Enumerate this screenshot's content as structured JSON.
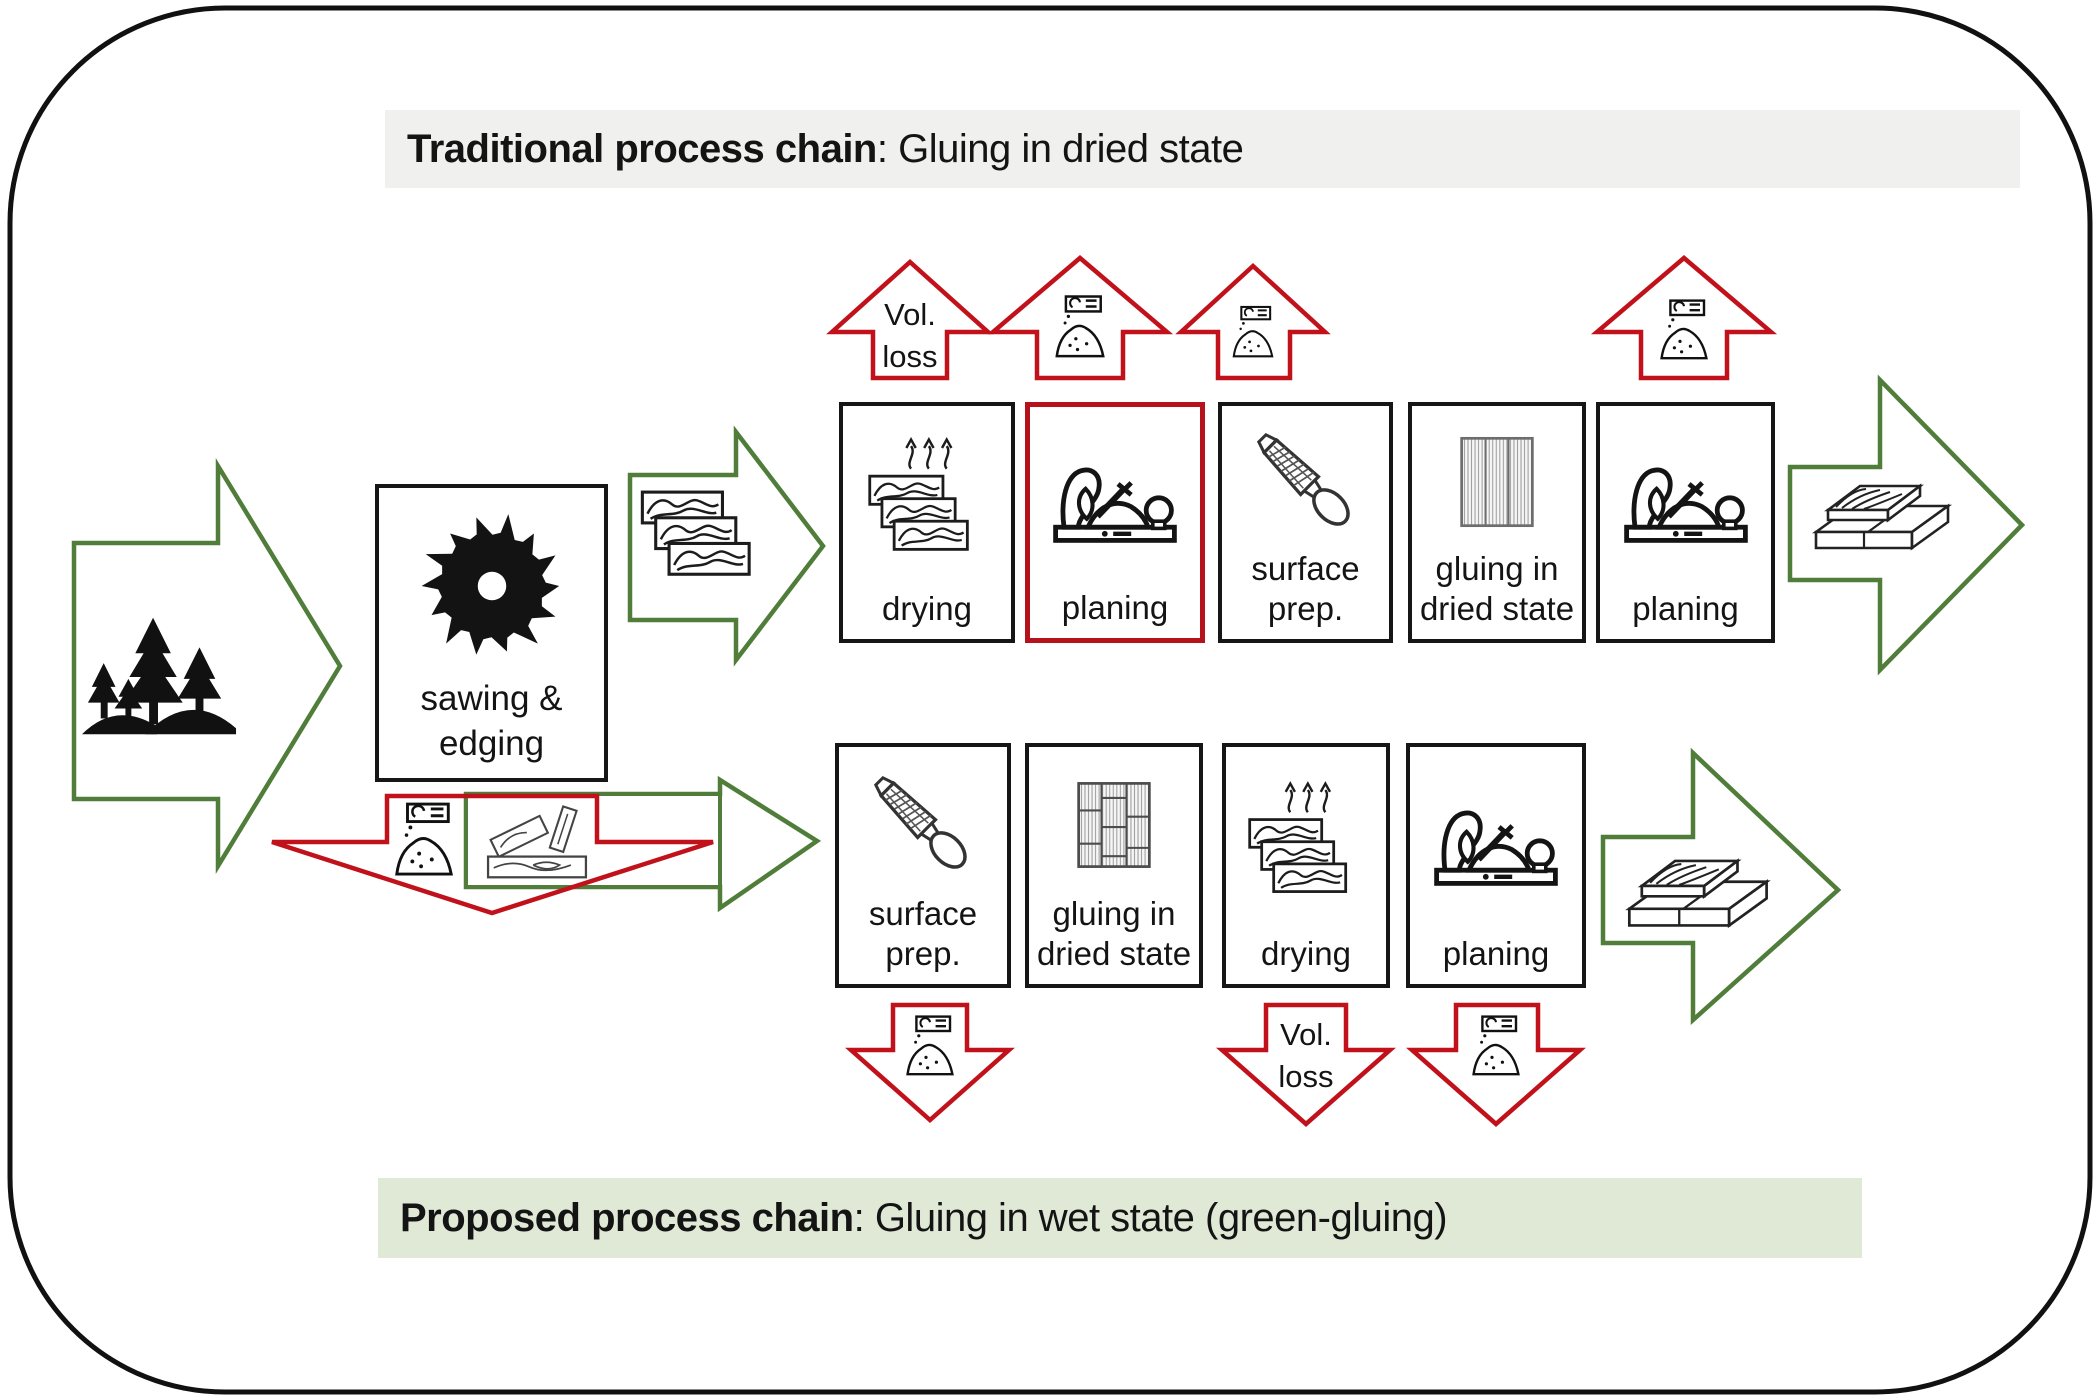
{
  "figure": {
    "title": "Process chain comparison: traditional gluing vs green-gluing",
    "type": "process-flow-diagram"
  },
  "headers": {
    "traditional": {
      "bold": "Traditional process chain",
      "rest": ": Gluing in dried state"
    },
    "proposed": {
      "bold": "Proposed process chain",
      "rest": ": Gluing in wet state (green-gluing)"
    }
  },
  "source_box": {
    "label": "sawing & edging",
    "lines": [
      "sawing &",
      "edging"
    ]
  },
  "top_row": [
    {
      "label": "drying",
      "lines": [
        "drying"
      ],
      "highlighted": false
    },
    {
      "label": "planing",
      "lines": [
        "planing"
      ],
      "highlighted": true
    },
    {
      "label": "surface prep.",
      "lines": [
        "surface",
        "prep."
      ],
      "highlighted": false
    },
    {
      "label": "gluing in dried state",
      "lines": [
        "gluing in",
        "dried state"
      ],
      "highlighted": false
    },
    {
      "label": "planing",
      "lines": [
        "planing"
      ],
      "highlighted": false
    }
  ],
  "bottom_row": [
    {
      "label": "surface prep.",
      "lines": [
        "surface",
        "prep."
      ]
    },
    {
      "label": "gluing in dried state",
      "lines": [
        "gluing in",
        "dried state"
      ]
    },
    {
      "label": "drying",
      "lines": [
        "drying"
      ]
    },
    {
      "label": "planing",
      "lines": [
        "planing"
      ]
    }
  ],
  "loss_label": [
    "Vol.",
    "loss"
  ],
  "loss_arrows": {
    "top_row_up": [
      "vol-loss-text",
      "sawdust-icon",
      "sawdust-icon",
      "sawdust-icon"
    ],
    "bottom_row_down": [
      "sawdust-icon",
      "vol-loss-text",
      "sawdust-icon"
    ],
    "sawing_byproduct_down": "sawdust-icon"
  },
  "icons": {
    "forest": "pine-forest-icon",
    "sawing": "circular-saw-blade-icon",
    "boards": "sawn-boards-icon",
    "drying": "drying-boards-steam-icon",
    "planing": "hand-plane-icon",
    "surface_prep": "wood-rasp-icon",
    "gluing": "glued-panel-icon",
    "glulam": "glulam-beam-icon",
    "sawdust": "sawdust-shavings-icon",
    "offcuts": "wood-offcuts-icon"
  },
  "colors": {
    "flow_green": "#507d3a",
    "loss_red": "#c1121c",
    "highlight_box_red": "#b5121b",
    "box_border_black": "#161616",
    "header_gray_bg": "#f0f0ef",
    "header_green_bg": "#dfe9d6",
    "text": "#141414"
  }
}
